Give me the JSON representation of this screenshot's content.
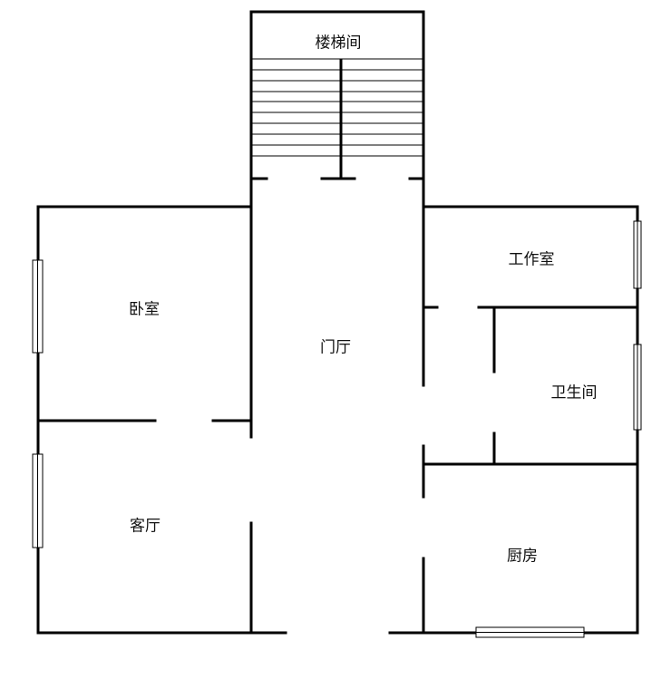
{
  "rooms": {
    "stairwell": "楼梯间",
    "bedroom": "卧室",
    "entrance_hall": "门厅",
    "study": "工作室",
    "bathroom": "卫生间",
    "living_room": "客厅",
    "kitchen": "厨房"
  },
  "colors": {
    "wall": "#000000",
    "background": "#ffffff"
  }
}
